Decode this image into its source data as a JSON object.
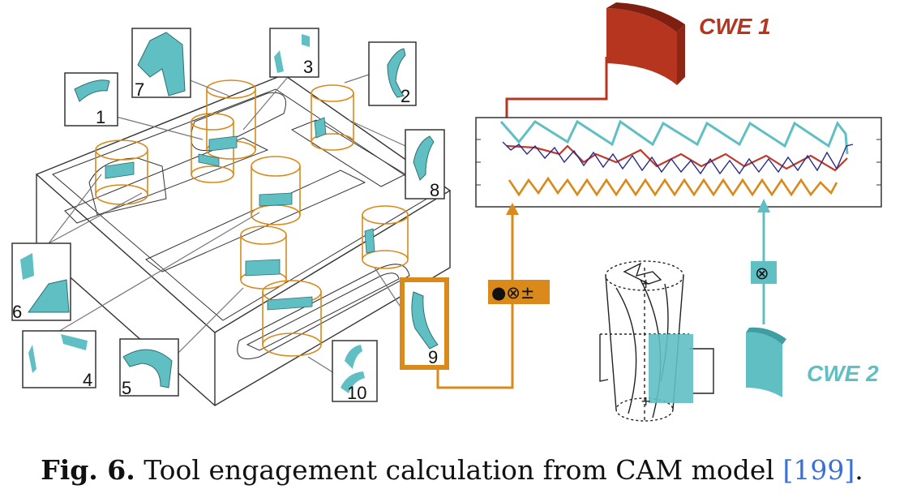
{
  "figure": {
    "inset_labels": [
      "1",
      "2",
      "3",
      "4",
      "5",
      "6",
      "7",
      "8",
      "9",
      "10"
    ],
    "cwe1_label": "CWE 1",
    "cwe2_label": "CWE 2",
    "orange_operator": "●⊗±",
    "teal_operator": "⊗",
    "colors": {
      "teal": "#5fbfc3",
      "orange": "#d98a1a",
      "red": "#b5351f",
      "navy": "#2a2a8a",
      "outline": "#333333"
    }
  },
  "caption": {
    "prefix": "Fig. 6.",
    "text": " Tool engagement calculation from CAM model ",
    "ref": "[199]",
    "suffix": "."
  }
}
